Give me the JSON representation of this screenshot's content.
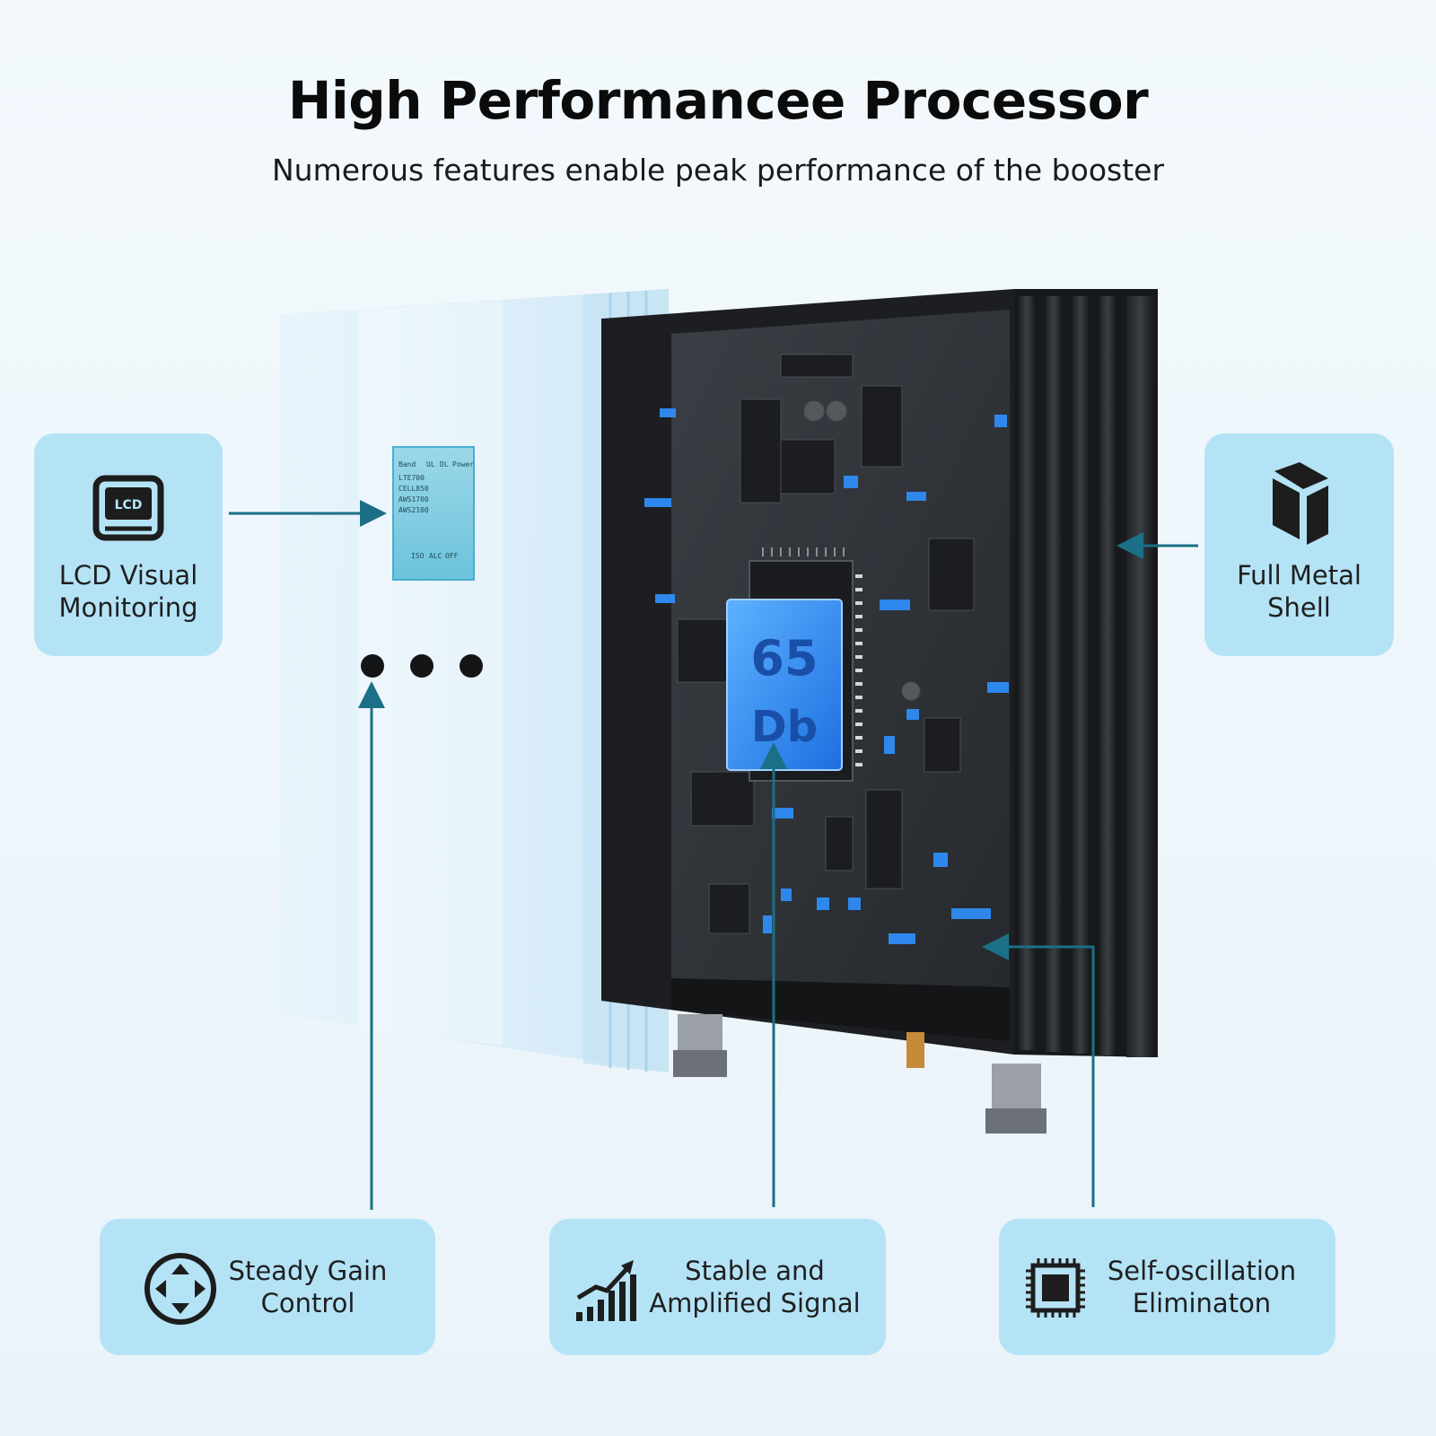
{
  "header": {
    "title": "High Performancee Processor",
    "subtitle": "Numerous features enable peak performance of the booster"
  },
  "features": {
    "lcd": {
      "label_line1": "LCD Visual",
      "label_line2": "Monitoring",
      "icon": "lcd-monitor-icon",
      "icon_text": "LCD"
    },
    "metal": {
      "label_line1": "Full Metal",
      "label_line2": "Shell",
      "icon": "metal-cube-icon"
    },
    "gain": {
      "label_line1": "Steady Gain",
      "label_line2": "Control",
      "icon": "direction-pad-icon"
    },
    "signal": {
      "label_line1": "Stable and",
      "label_line2": "Amplified Signal",
      "icon": "signal-bars-icon"
    },
    "oscillation": {
      "label_line1": "Self-oscillation",
      "label_line2": "Eliminaton",
      "icon": "chip-icon"
    }
  },
  "device": {
    "chip_value": "65",
    "chip_unit": "Db",
    "lcd_screen": {
      "header": [
        "Band",
        "UL",
        "DL",
        "Power"
      ],
      "rows": [
        "LTE700",
        "CELL850",
        "AWS1700",
        "AWS2100"
      ],
      "footer": [
        "ISO",
        "ALC",
        "OFF"
      ]
    }
  },
  "colors": {
    "card_bg": "#b4e3f6",
    "arrow": "#1b6f86",
    "board_glow": "#2f8df5"
  }
}
